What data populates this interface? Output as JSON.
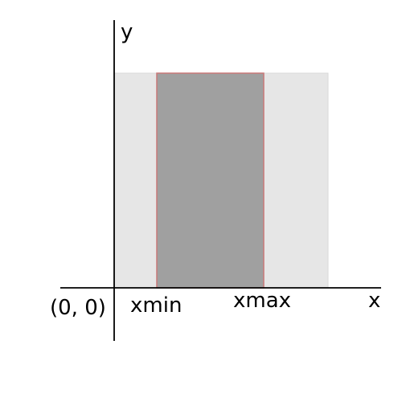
{
  "labels": {
    "y_axis": "y",
    "x_axis": "x",
    "origin": "(0, 0)",
    "xmin": "xmin",
    "xmax": "xmax"
  },
  "colors": {
    "background": "#ffffff",
    "outer_region": "#e6e6e6",
    "outer_region_edge": "#d9d9d9",
    "inner_region": "#a0a0a0",
    "inner_region_edge": "#c87878",
    "axis": "#000000"
  }
}
